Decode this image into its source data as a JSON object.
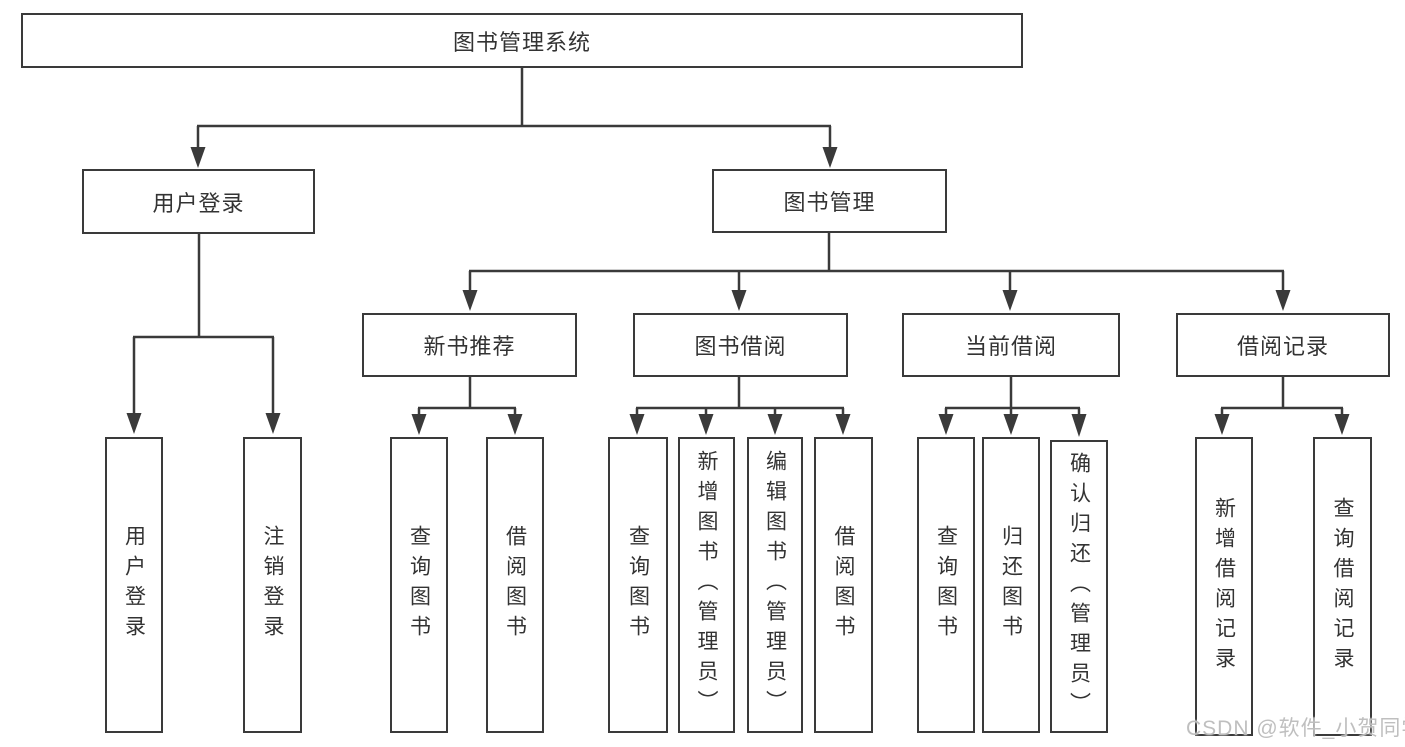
{
  "diagram": {
    "root": {
      "label": "图书管理系统"
    },
    "branches": [
      {
        "label": "用户登录",
        "children": [
          "用户登录",
          "注销登录"
        ]
      },
      {
        "label": "图书管理",
        "children": [
          {
            "label": "新书推荐",
            "children": [
              "查询图书",
              "借阅图书"
            ]
          },
          {
            "label": "图书借阅",
            "children": [
              "查询图书",
              "新增图书（管理员）",
              "编辑图书（管理员）",
              "借阅图书"
            ]
          },
          {
            "label": "当前借阅",
            "children": [
              "查询图书",
              "归还图书",
              "确认归还（管理员）"
            ]
          },
          {
            "label": "借阅记录",
            "children": [
              "新增借阅记录",
              "查询借阅记录"
            ]
          }
        ]
      }
    ],
    "watermark": "CSDN @软件_小贺同学",
    "colors": {
      "line": "#3a3a3a",
      "text": "#333333",
      "background": "#ffffff",
      "watermark": "#bcbcbc"
    }
  }
}
